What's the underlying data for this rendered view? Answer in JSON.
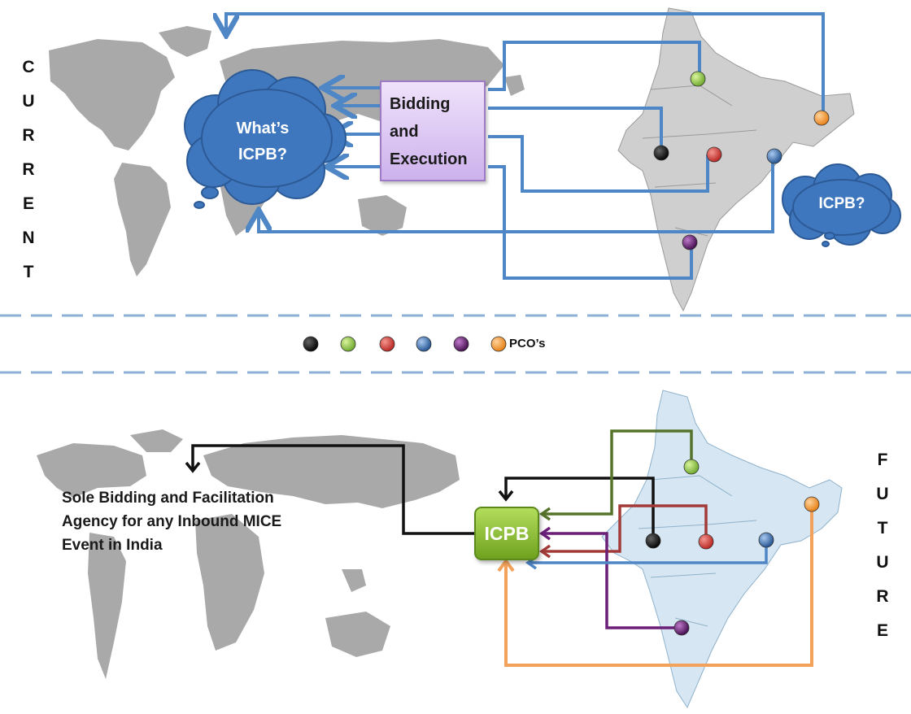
{
  "labels": {
    "current": [
      "C",
      "U",
      "R",
      "R",
      "E",
      "N",
      "T"
    ],
    "future": [
      "F",
      "U",
      "T",
      "U",
      "R",
      "E"
    ],
    "bidding_box": [
      "Bidding",
      "and",
      "Execution"
    ],
    "cloud_large": [
      "What’s",
      "ICPB?"
    ],
    "cloud_small": "ICPB?",
    "icpb_box": "ICPB",
    "legend_label": "PCO’s",
    "sole_text": [
      "Sole Bidding and Facilitation",
      "Agency for any Inbound MICE",
      "Event in India"
    ]
  },
  "pco_dots": [
    {
      "color": "#111111",
      "name": "black"
    },
    {
      "color": "#8cc63f",
      "name": "green"
    },
    {
      "color": "#d9413b",
      "name": "red"
    },
    {
      "color": "#3a73b8",
      "name": "blue"
    },
    {
      "color": "#6a1b7d",
      "name": "purple"
    },
    {
      "color": "#f59a2e",
      "name": "orange"
    }
  ],
  "colors": {
    "arrow_blue": "#4e86c6",
    "cloud_blue": "#3f77be",
    "map_gray": "#a9a9a9",
    "map_india_current": "#cfcfcf",
    "map_india_future": "#d6e6f2",
    "line_black": "#111111",
    "line_olive": "#55732a",
    "line_red": "#a23b37",
    "line_purple": "#6b1f78",
    "line_orange": "#f2a25b",
    "line_blue": "#4e86c6",
    "divider": "#8db0d6"
  }
}
